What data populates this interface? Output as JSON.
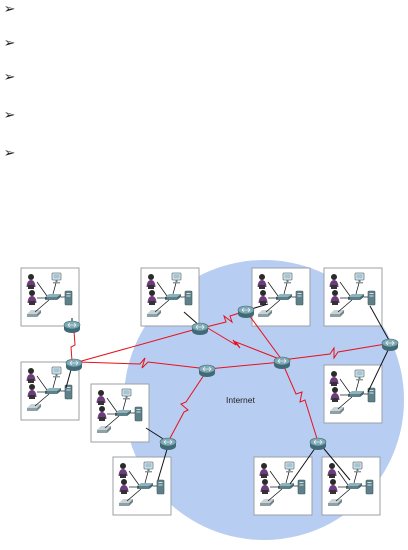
{
  "bullets": [
    {
      "icon": "arrow-bullet-icon",
      "text": ""
    },
    {
      "icon": "arrow-bullet-icon",
      "text": ""
    },
    {
      "icon": "arrow-bullet-icon",
      "text": ""
    },
    {
      "icon": "arrow-bullet-icon",
      "text": ""
    },
    {
      "icon": "arrow-bullet-icon",
      "text": ""
    }
  ],
  "diagram": {
    "cloud_label": "Internet",
    "colors": {
      "cloud": "#b8cdf2",
      "wan_link": "#e8101a",
      "lan_link": "#111111",
      "router": "#5a8a96",
      "panel_border": "#9aa0a6",
      "panel_fill": "#ffffff"
    },
    "node_types": [
      "lan-panel",
      "router",
      "wan-link"
    ]
  }
}
